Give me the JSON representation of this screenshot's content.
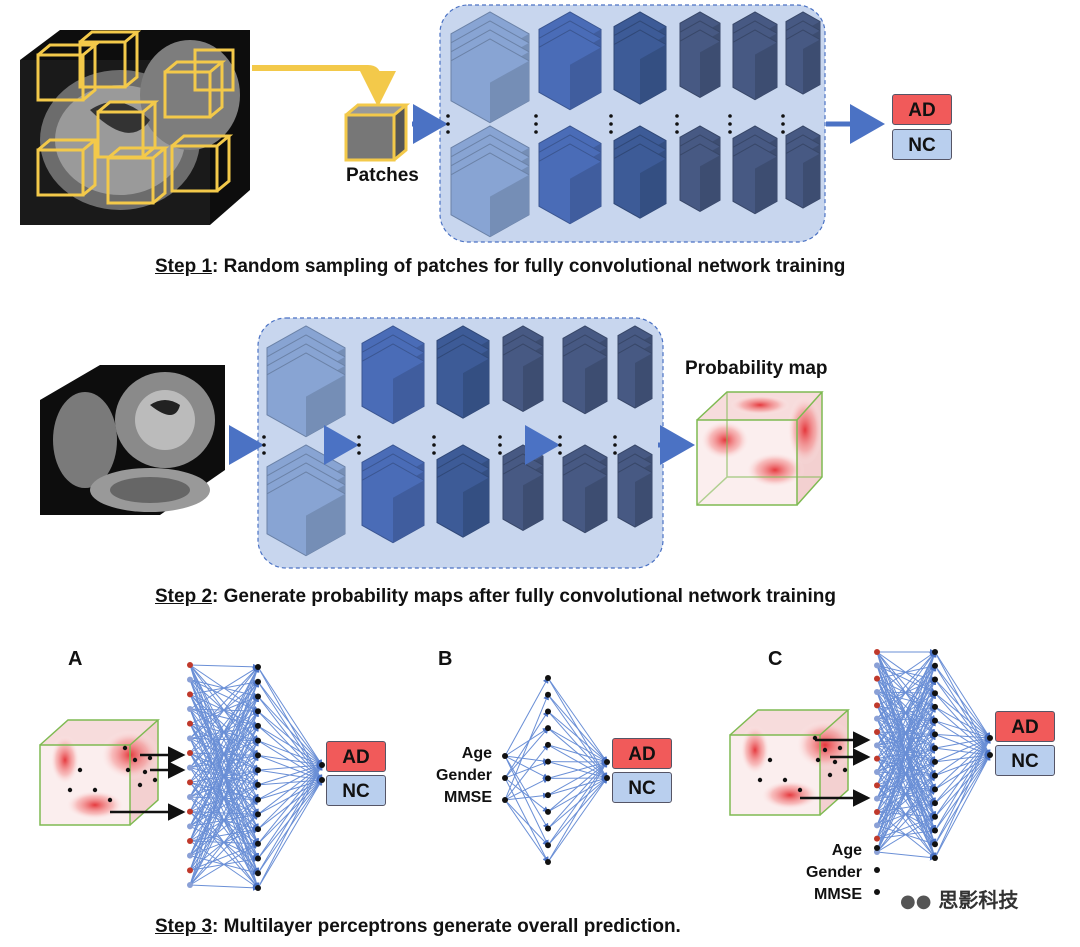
{
  "step1": {
    "label_prefix": "Step 1",
    "label_text": ": Random sampling of patches for fully convolutional network training",
    "patches_label": "Patches",
    "out_ad": "AD",
    "out_nc": "NC"
  },
  "step2": {
    "label_prefix": "Step 2",
    "label_text": ":  Generate probability maps after fully convolutional network training",
    "prob_map_label": "Probability map"
  },
  "step3": {
    "label_prefix": "Step 3",
    "label_text": ": Multilayer perceptrons generate overall prediction.",
    "panels": [
      {
        "letter": "A",
        "out_ad": "AD",
        "out_nc": "NC"
      },
      {
        "letter": "B",
        "out_ad": "AD",
        "out_nc": "NC",
        "inputs": [
          "Age",
          "Gender",
          "MMSE"
        ]
      },
      {
        "letter": "C",
        "out_ad": "AD",
        "out_nc": "NC",
        "inputs": [
          "Age",
          "Gender",
          "MMSE"
        ]
      }
    ]
  },
  "watermark": "思影科技",
  "colors": {
    "panel_bg": "#c8d6ee",
    "ad": "#f15a5a",
    "nc": "#b9cfee",
    "patch_yellow": "#f3c94a",
    "arrow_blue": "#4b72c4"
  }
}
